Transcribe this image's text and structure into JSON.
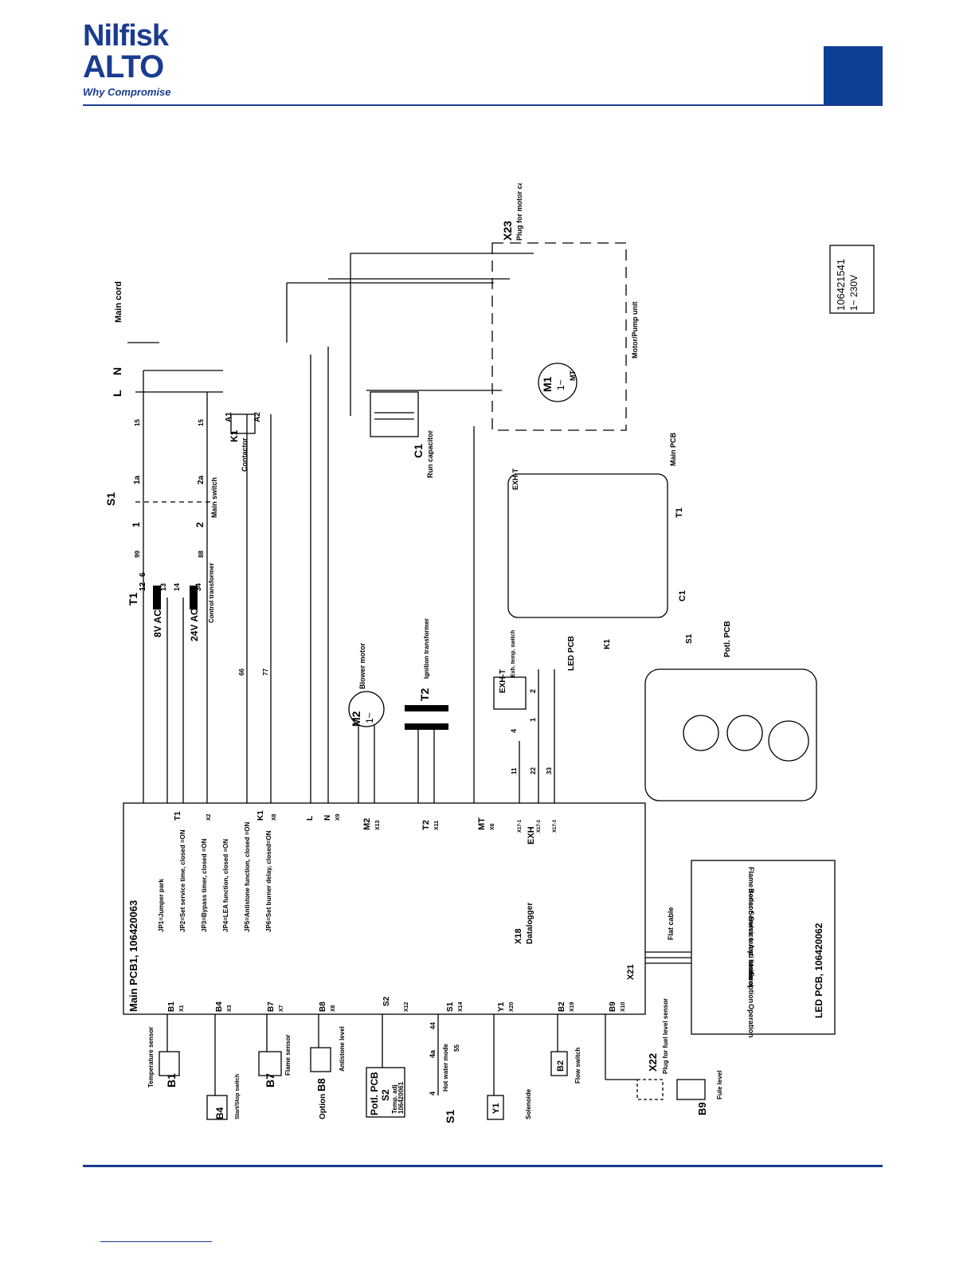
{
  "header": {
    "logo_line1": "Nilfisk",
    "logo_line2": "ALTO",
    "logo_tagline": "Why Compromise",
    "accent_color": "#1a3c8f"
  },
  "diagram": {
    "doc_number": "106421541",
    "voltage": "1~ 230V",
    "mains": {
      "L": "L",
      "N": "N",
      "earth": "Main cord"
    },
    "plug": {
      "id": "X23",
      "desc": "Plug for motor cable"
    },
    "motor_pump_label": "Motor/Pump unit",
    "motor": {
      "id": "M1",
      "phase": "1~",
      "mt": "MT"
    },
    "capacitor": {
      "id": "C1",
      "desc": "Run capacitor"
    },
    "contactor": {
      "id": "K1",
      "desc": "Contactor",
      "a1": "A1",
      "a2": "A2"
    },
    "switch": {
      "id": "S1",
      "desc": "Main switch",
      "t1": "1",
      "t1a": "1a",
      "t2": "2",
      "t2a": "2a"
    },
    "wires": {
      "w15a": "15",
      "w15b": "15",
      "w99": "99",
      "w88": "88",
      "w66": "66",
      "w77": "77",
      "w11": "11",
      "w22": "22",
      "w33": "33",
      "w44": "44",
      "w55": "55"
    },
    "transformer": {
      "id": "T1",
      "desc": "Control transformer",
      "v8": "8V AC",
      "v24": "24V AC",
      "p12": "12",
      "p6": "6",
      "p13": "13",
      "p14": "14",
      "p34": "34"
    },
    "blower": {
      "id": "M2",
      "phase": "1~",
      "desc": "Blower motor"
    },
    "ignition": {
      "id": "T2",
      "desc": "Ignition transformer"
    },
    "exht": {
      "id": "EXH-T",
      "desc": "Exh. temp. switch",
      "p4": "4",
      "p1": "1",
      "p2": "2"
    },
    "main_pcb": {
      "title": "Main PCB1, 106420063",
      "jumpers": [
        "JP1=Jumper park",
        "JP2=Set service time, closed =ON",
        "JP3=Bypass timer, closed =ON",
        "JP4=LEA function, closed =ON",
        "JP5=Antistone function, closed =ON",
        "JP6=Set burner delay, closed=ON"
      ],
      "top_connectors": [
        "T1",
        "X2",
        "K1",
        "X8",
        "L",
        "N",
        "X9",
        "M2",
        "X13",
        "T2",
        "X11",
        "MT",
        "X6",
        "X17-1",
        "X17-2",
        "X17-3",
        "EXH"
      ],
      "bottom_connectors": [
        "B1",
        "X1",
        "B4",
        "X3",
        "B7",
        "X7",
        "B8",
        "X8",
        "S2",
        "X12",
        "S1",
        "X14",
        "Y1",
        "X20",
        "B2",
        "X19",
        "B9",
        "X10"
      ],
      "datalogger": {
        "id": "X18",
        "desc": "Datalogger"
      },
      "flat": {
        "id": "X21",
        "desc": "Flat cable"
      }
    },
    "led_pcb": {
      "title": "LED PCB, 106420062",
      "leds": [
        "Operation",
        "Fuel",
        "Anti stone option",
        "Service",
        "Boiler Service temp. limiter",
        "Flame sensor"
      ]
    },
    "sensors": {
      "b1": {
        "id": "B1",
        "desc": "Temperature sensor"
      },
      "b4": {
        "id": "B4",
        "desc": "Start/Stop switch"
      },
      "b7": {
        "id": "B7",
        "desc": "Flame sensor"
      },
      "b8": {
        "id": "B8",
        "opt": "Option",
        "desc": "Antistone level"
      },
      "s2": {
        "id": "S2",
        "title": "Potl. PCB",
        "desc": "Temp. adj",
        "num": "106420061"
      },
      "s1": {
        "id": "S1",
        "desc": "Hot water mode",
        "p4": "4",
        "p4a": "4a"
      },
      "y1": {
        "id": "Y1",
        "desc": "Solenoide"
      },
      "b2": {
        "id": "B2",
        "desc": "Flow switch"
      },
      "x22": {
        "id": "X22",
        "desc": "Plug for fuel level sensor"
      },
      "b9": {
        "id": "B9",
        "desc": "Fule level"
      }
    },
    "photo1": {
      "exht": "EXH-T",
      "main_pcb": "Main PCB",
      "t1": "T1",
      "c1": "C1",
      "k1": "K1",
      "led_pcb": "LED PCB"
    },
    "photo2": {
      "s1": "S1",
      "potl": "Potl. PCB"
    }
  }
}
